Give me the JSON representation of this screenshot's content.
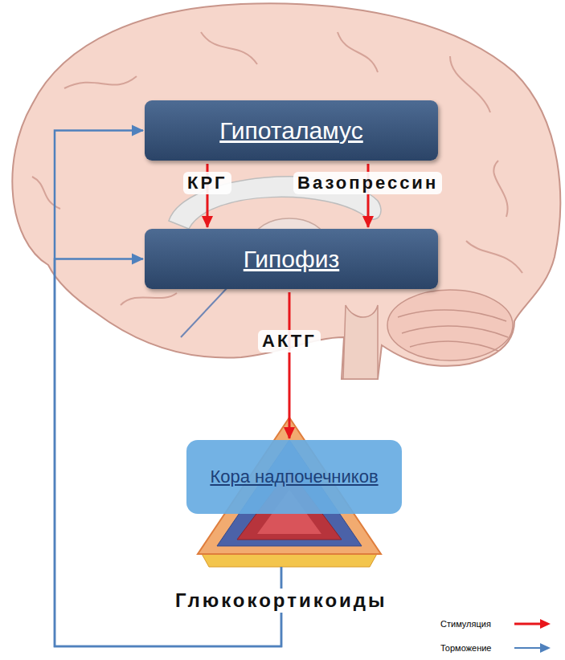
{
  "diagram": {
    "nodes": [
      {
        "text": [
          "Гипоталамус"
        ]
      },
      {
        "text": [
          "Гипофиз"
        ]
      },
      {
        "text": [
          "Кора надпочечников"
        ]
      }
    ],
    "edges": [
      {
        "from": 0,
        "to": 1,
        "label": "КРГ",
        "arrow": "to"
      },
      {
        "from": 0,
        "to": 1,
        "label": "Вазопрессин",
        "arrow": "to"
      },
      {
        "from": 1,
        "to": 2,
        "label": "АКТГ",
        "arrow": "to"
      },
      {
        "from": 2,
        "to": 0,
        "arrow": "to"
      },
      {
        "from": 2,
        "to": 1,
        "arrow": "to"
      }
    ],
    "labels": [
      "Глюкокортикоиды"
    ],
    "legend": [
      {
        "text": "Стимуляция"
      },
      {
        "text": "Торможение"
      }
    ]
  }
}
